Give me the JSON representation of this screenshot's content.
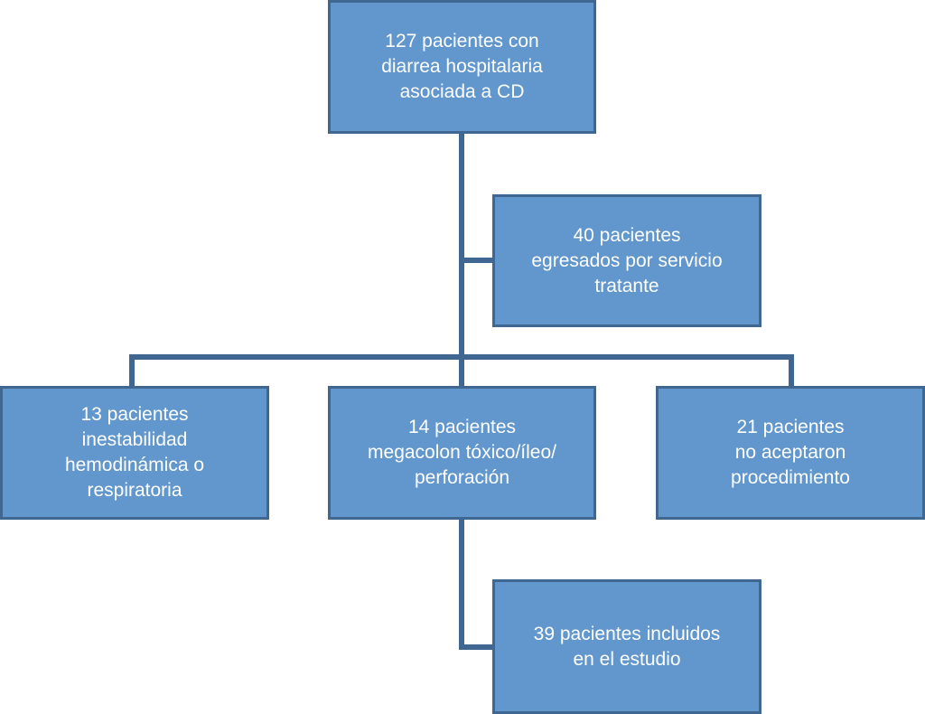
{
  "colors": {
    "box_fill": "#6197cd",
    "box_border": "#3f6791",
    "connector": "#3f6791",
    "text": "#ffffff"
  },
  "boxes": {
    "total": [
      "127 pacientes con",
      "diarrea hospitalaria",
      "asociada a CD"
    ],
    "discharged": [
      "40 pacientes",
      "egresados por servicio",
      "tratante"
    ],
    "unstable": [
      "13 pacientes",
      "inestabilidad",
      "hemodinámica o",
      "respiratoria"
    ],
    "megacolon": [
      "14 pacientes",
      "megacolon tóxico/íleo/",
      "perforación"
    ],
    "declined": [
      "21 pacientes",
      "no aceptaron",
      "procedimiento"
    ],
    "included": [
      "39 pacientes incluidos",
      "en el estudio"
    ]
  }
}
